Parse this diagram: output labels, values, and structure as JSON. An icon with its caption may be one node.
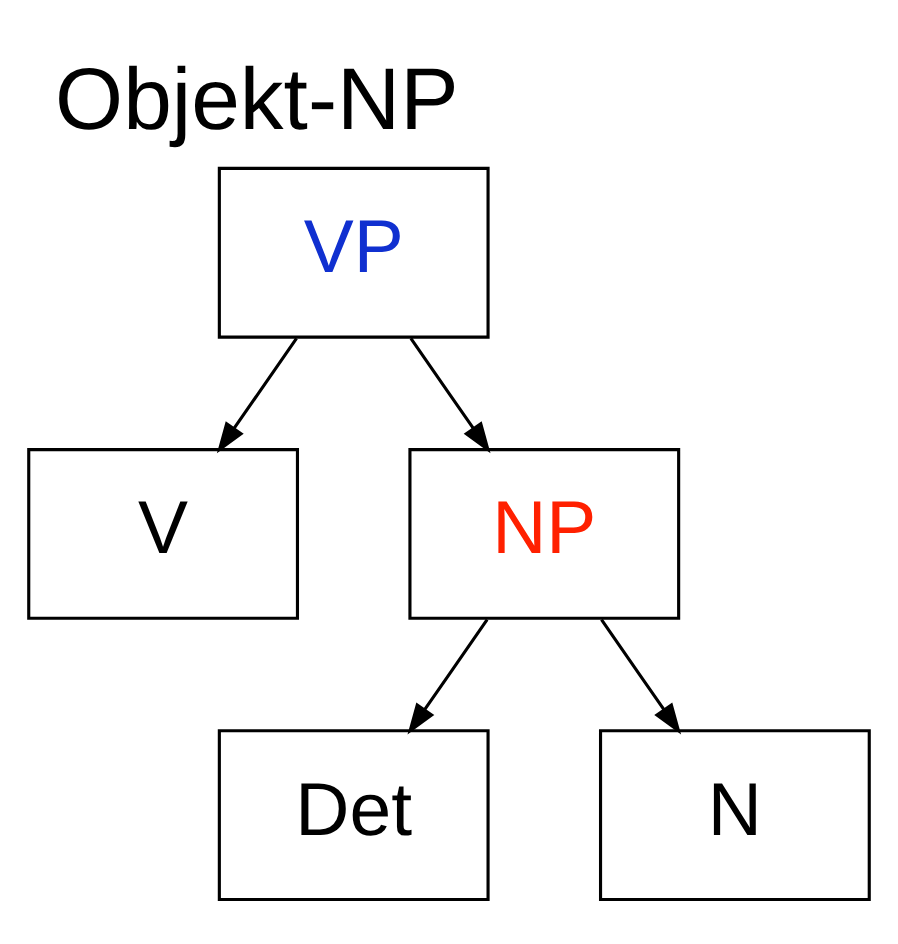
{
  "diagram": {
    "title": "Objekt-NP",
    "nodes": [
      {
        "text": [
          "VP"
        ]
      },
      {
        "text": [
          "V"
        ]
      },
      {
        "text": [
          "NP"
        ]
      },
      {
        "text": [
          "Det"
        ]
      },
      {
        "text": [
          "N"
        ]
      }
    ],
    "edges": [
      {
        "from": 0,
        "to": 1,
        "arrow": "to"
      },
      {
        "from": 0,
        "to": 2,
        "arrow": "to"
      },
      {
        "from": 2,
        "to": 3,
        "arrow": "to"
      },
      {
        "from": 2,
        "to": 4,
        "arrow": "to"
      }
    ]
  }
}
